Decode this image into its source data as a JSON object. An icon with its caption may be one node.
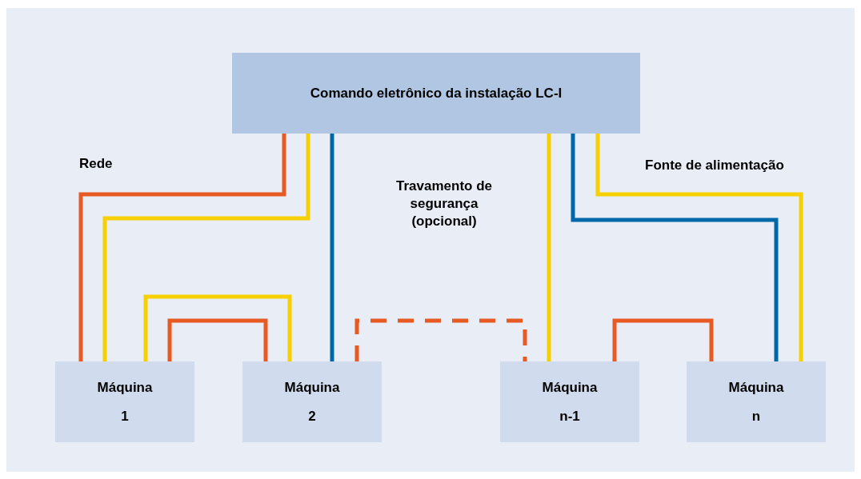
{
  "diagram": {
    "nodes": [
      {
        "text": [
          "Comando eletrônico da instalação LC-I"
        ]
      },
      {
        "text": [
          "Máquina",
          "1"
        ]
      },
      {
        "text": [
          "Máquina",
          "2"
        ]
      },
      {
        "text": [
          "Máquina",
          "n-1"
        ]
      },
      {
        "text": [
          "Máquina",
          "n"
        ]
      }
    ],
    "edges": [
      {
        "from": 0,
        "to": 1,
        "arrow": "none",
        "color": "#e85a24"
      },
      {
        "from": 0,
        "to": 1,
        "arrow": "none",
        "color": "#f7d000"
      },
      {
        "from": 0,
        "to": 2,
        "arrow": "none",
        "color": "#0068a8"
      },
      {
        "from": 1,
        "to": 2,
        "arrow": "none",
        "color": "#f7d000"
      },
      {
        "from": 1,
        "to": 2,
        "arrow": "none",
        "color": "#e85a24"
      },
      {
        "from": 2,
        "to": 3,
        "arrow": "none",
        "style": "dashed",
        "color": "#e85a24"
      },
      {
        "from": 0,
        "to": 3,
        "arrow": "none",
        "color": "#f7d000"
      },
      {
        "from": 0,
        "to": 4,
        "arrow": "none",
        "color": "#0068a8"
      },
      {
        "from": 0,
        "to": 4,
        "arrow": "none",
        "color": "#f7d000"
      },
      {
        "from": 3,
        "to": 4,
        "arrow": "none",
        "color": "#e85a24"
      }
    ],
    "labels": [
      "Rede",
      "Travamento de segurança (opcional)",
      "Fonte de alimentação"
    ]
  }
}
